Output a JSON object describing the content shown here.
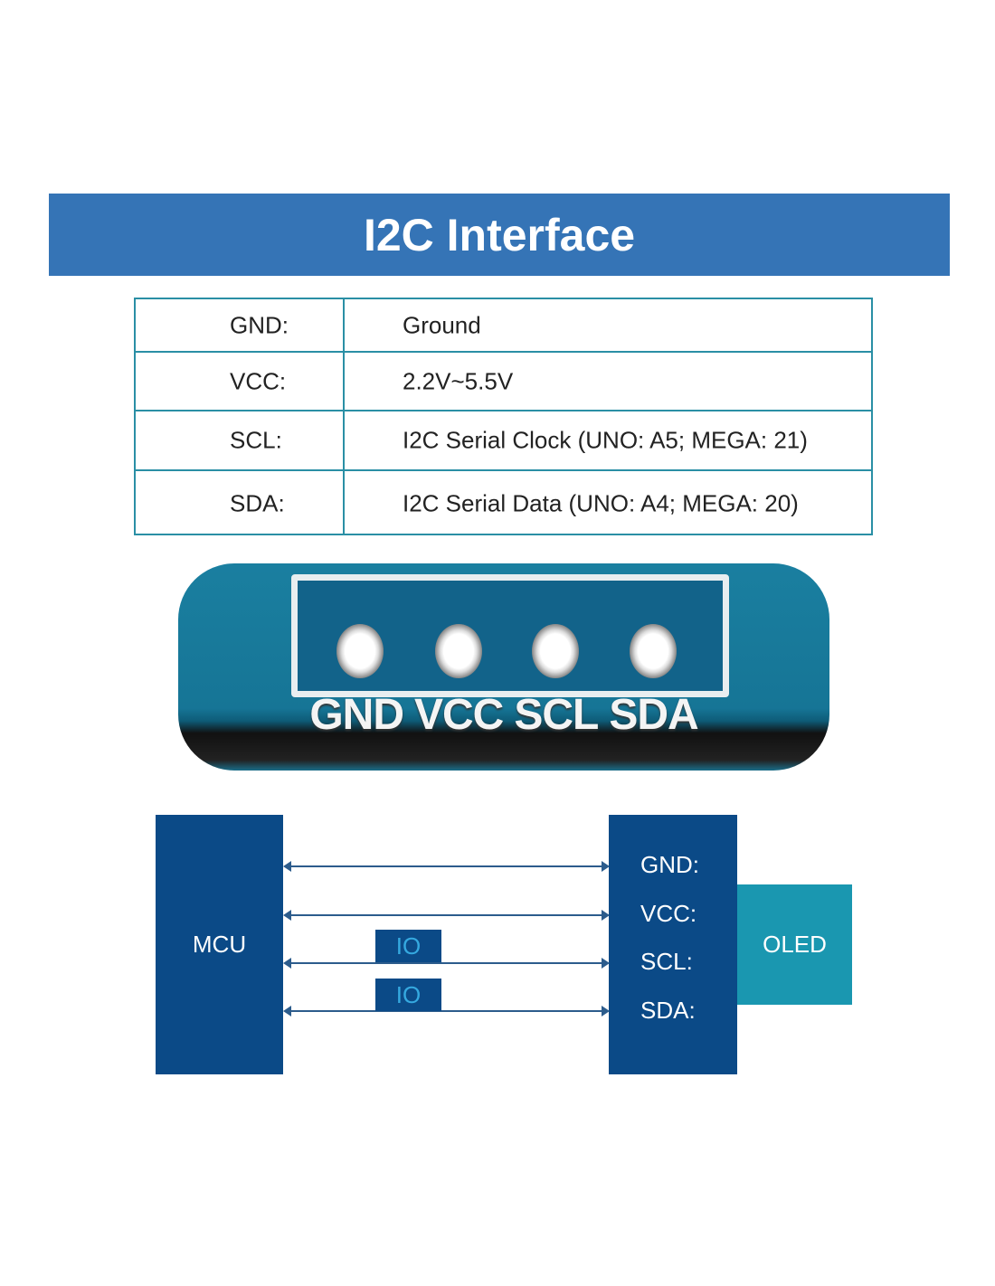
{
  "title": "I2C Interface",
  "table": [
    {
      "pin": "GND:",
      "desc": "Ground"
    },
    {
      "pin": "VCC:",
      "desc": "2.2V~5.5V"
    },
    {
      "pin": "SCL:",
      "desc": "I2C Serial Clock (UNO: A5; MEGA: 21)"
    },
    {
      "pin": "SDA:",
      "desc": "I2C Serial Data (UNO: A4; MEGA: 20)"
    }
  ],
  "pcb": {
    "labels": [
      "GND",
      "VCC",
      "SCL",
      "SDA"
    ]
  },
  "diagram": {
    "mcu": "MCU",
    "io": [
      "IO",
      "IO"
    ],
    "pins": [
      "GND:",
      "VCC:",
      "SCL:",
      "SDA:"
    ],
    "oled": "OLED"
  },
  "colors": {
    "banner": "#3574b6",
    "dark_blue": "#0b4a87",
    "teal": "#1a97b0",
    "table_border": "#2a8fa5"
  }
}
